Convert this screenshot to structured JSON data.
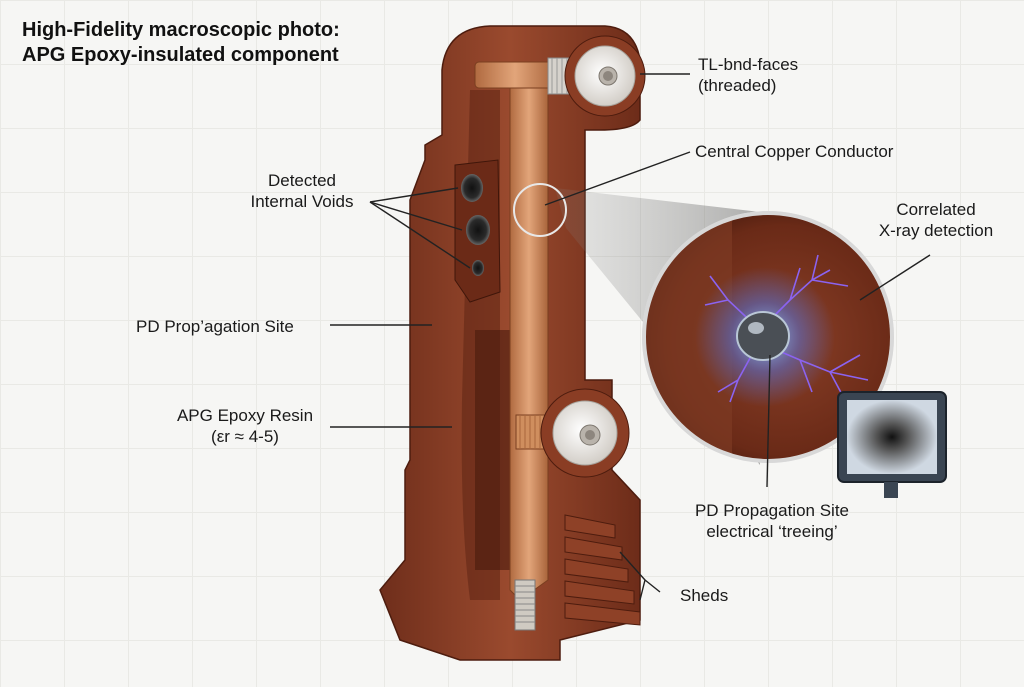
{
  "title": {
    "line1": "High-Fidelity macroscopic photo:",
    "line2": "APG Epoxy-insulated component"
  },
  "labels": {
    "tl_bnd_faces_1": "TL-bnd-faces",
    "tl_bnd_faces_2": "(threaded)",
    "central_conductor": "Central Copper Conductor",
    "voids_1": "Detected",
    "voids_2": "Internal Voids",
    "correlated_1": "Correlated",
    "correlated_2": "X-ray detection",
    "pd_site_left": "PD Prop’agation Site",
    "epoxy_1": "APG Epoxy Resin",
    "epoxy_2": "(εr ≈ 4-5)",
    "pd_site_right_1": "PD Propagation Site",
    "pd_site_right_2": "electrical ‘treeing’",
    "sheds": "Sheds"
  },
  "colors": {
    "epoxy": "#8a3f26",
    "copper": "#c9875a",
    "insert": "#ece8e2",
    "treeing": "#6b4bd6"
  }
}
